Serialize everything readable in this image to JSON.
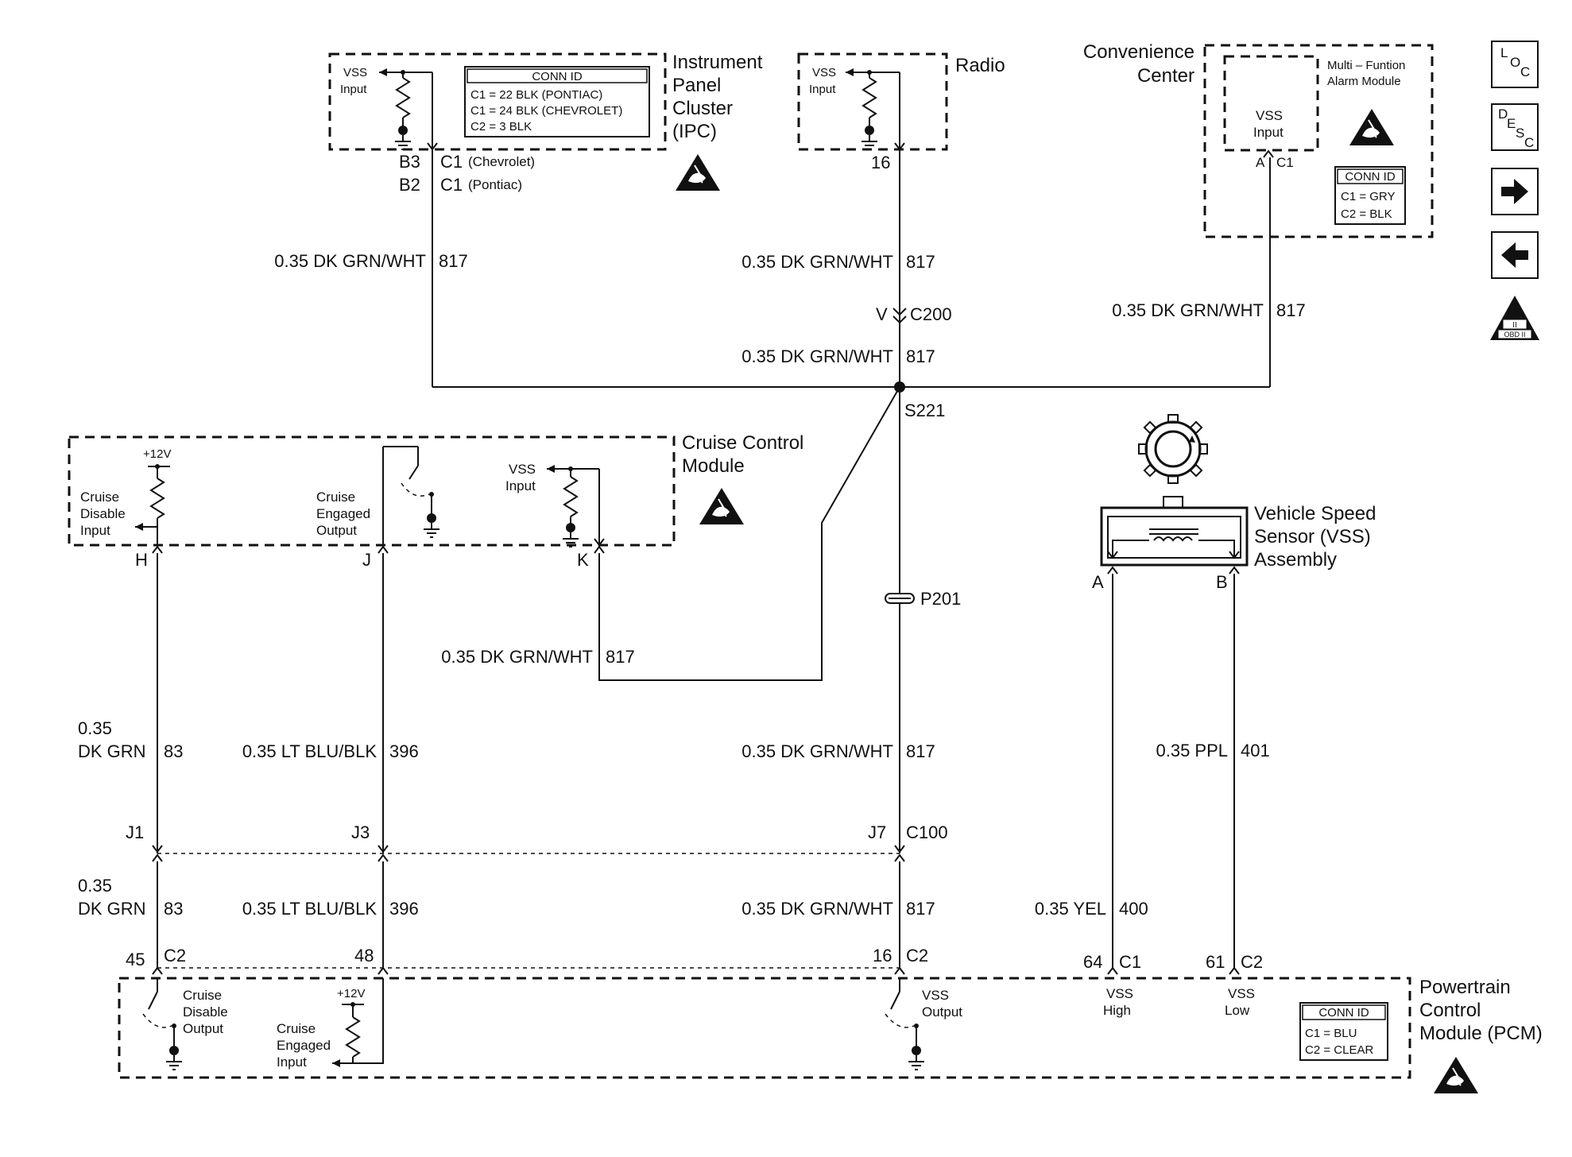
{
  "components": {
    "ipc": {
      "name_lines": [
        "Instrument",
        "Panel",
        "Cluster",
        "(IPC)"
      ],
      "input": [
        "VSS",
        "Input"
      ]
    },
    "ipc_conn": {
      "title": "CONN ID",
      "rows": [
        "C1 = 22 BLK (PONTIAC)",
        "C1 = 24 BLK (CHEVROLET)",
        "C2 = 3 BLK"
      ]
    },
    "radio": {
      "name": "Radio",
      "input": [
        "VSS",
        "Input"
      ]
    },
    "convenience": {
      "name_lines": [
        "Convenience",
        "Center"
      ],
      "module_lines": [
        "Multi – Funtion",
        "Alarm Module"
      ],
      "input": [
        "VSS",
        "Input"
      ]
    },
    "conv_conn": {
      "title": "CONN ID",
      "rows": [
        "C1 = GRY",
        "C2 = BLK"
      ]
    },
    "cruise": {
      "name_lines": [
        "Cruise Control",
        "Module"
      ],
      "plus12": "+12V",
      "disable_input": [
        "Cruise",
        "Disable",
        "Input"
      ],
      "engaged_output": [
        "Cruise",
        "Engaged",
        "Output"
      ],
      "vss_input": [
        "VSS",
        "Input"
      ]
    },
    "vss_sensor": {
      "name_lines": [
        "Vehicle Speed",
        "Sensor (VSS)",
        "Assembly"
      ]
    },
    "pcm": {
      "name_lines": [
        "Powertrain",
        "Control",
        "Module (PCM)"
      ],
      "plus12": "+12V",
      "disable_output": [
        "Cruise",
        "Disable",
        "Output"
      ],
      "engaged_input": [
        "Cruise",
        "Engaged",
        "Input"
      ],
      "vss_output": [
        "VSS",
        "Output"
      ],
      "vss_high": [
        "VSS",
        "High"
      ],
      "vss_low": [
        "VSS",
        "Low"
      ]
    },
    "pcm_conn": {
      "title": "CONN ID",
      "rows": [
        "C1 = BLU",
        "C2 = CLEAR"
      ]
    }
  },
  "pins": {
    "ipc_b3": "B3",
    "ipc_c1_chev": "C1",
    "ipc_chev": "(Chevrolet)",
    "ipc_b2": "B2",
    "ipc_c1_pont": "C1",
    "ipc_pont": "(Pontiac)",
    "radio_16": "16",
    "conv_a": "A",
    "conv_c1": "C1",
    "cruise_h": "H",
    "cruise_j": "J",
    "cruise_k": "K",
    "vss_a": "A",
    "vss_b": "B",
    "c100_j1": "J1",
    "c100_j3": "J3",
    "c100_j7": "J7",
    "c100": "C100",
    "c200_v": "V",
    "c200": "C200",
    "s221": "S221",
    "p201": "P201",
    "pcm_45": "45",
    "pcm_c2a": "C2",
    "pcm_48": "48",
    "pcm_16": "16",
    "pcm_c2b": "C2",
    "pcm_64": "64",
    "pcm_c1": "C1",
    "pcm_61": "61",
    "pcm_c2c": "C2"
  },
  "wires": {
    "w817": "0.35 DK GRN/WHT",
    "c817": "817",
    "w83a": "0.35",
    "w83b": "DK GRN",
    "c83": "83",
    "w396": "0.35 LT BLU/BLK",
    "c396": "396",
    "w401": "0.35 PPL",
    "c401": "401",
    "w400": "0.35 YEL",
    "c400": "400"
  },
  "nav": {
    "loc": [
      "L",
      "O",
      "C"
    ],
    "desc": [
      "D",
      "E",
      "S",
      "C"
    ],
    "obd": "OBD II",
    "obd_num": "II"
  },
  "icons": [
    "esd-warning-icon",
    "ground-icon",
    "resistor-icon",
    "arrow-right-icon",
    "arrow-left-icon",
    "vss-gear-icon"
  ]
}
